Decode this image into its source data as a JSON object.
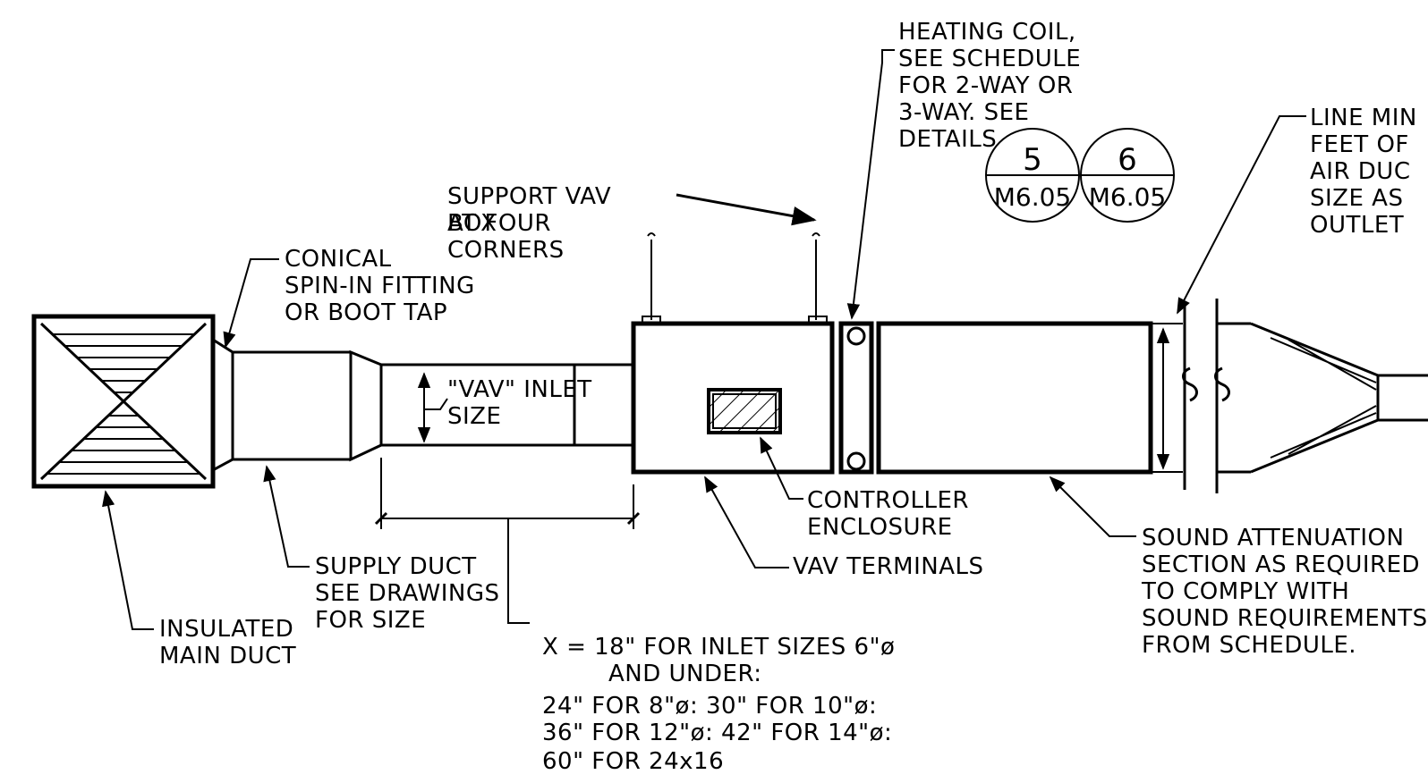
{
  "labels": {
    "heating_coil": [
      "HEATING COIL,",
      "SEE SCHEDULE",
      "FOR 2-WAY OR",
      "3-WAY. SEE",
      "DETAILS"
    ],
    "line_min": [
      "LINE MIN",
      "FEET OF",
      "AIR DUC",
      "SIZE AS",
      "OUTLET"
    ],
    "support": [
      "SUPPORT VAV",
      "BOX",
      "AT FOUR",
      "CORNERS"
    ],
    "conical": [
      "CONICAL",
      "SPIN-IN FITTING",
      "OR BOOT TAP"
    ],
    "vav_inlet": [
      "\"VAV\" INLET",
      "SIZE"
    ],
    "controller": [
      "CONTROLLER",
      "ENCLOSURE"
    ],
    "vav_terminals": "VAV TERMINALS",
    "sound": [
      "SOUND ATTENUATION",
      "SECTION AS REQUIRED",
      "TO COMPLY WITH",
      "SOUND REQUIREMENTS",
      "FROM SCHEDULE."
    ],
    "supply_duct": [
      "SUPPLY DUCT",
      "SEE DRAWINGS",
      "FOR SIZE"
    ],
    "insulated": [
      "INSULATED",
      "MAIN DUCT"
    ],
    "x_note": [
      "X = 18\" FOR INLET SIZES 6\"ø",
      "AND UNDER:",
      "24\" FOR 8\"ø: 30\" FOR 10\"ø:",
      "36\" FOR 12\"ø: 42\" FOR 14\"ø:",
      "60\" FOR 24x16"
    ]
  },
  "details": [
    {
      "number": "5",
      "sheet": "M6.05"
    },
    {
      "number": "6",
      "sheet": "M6.05"
    }
  ]
}
